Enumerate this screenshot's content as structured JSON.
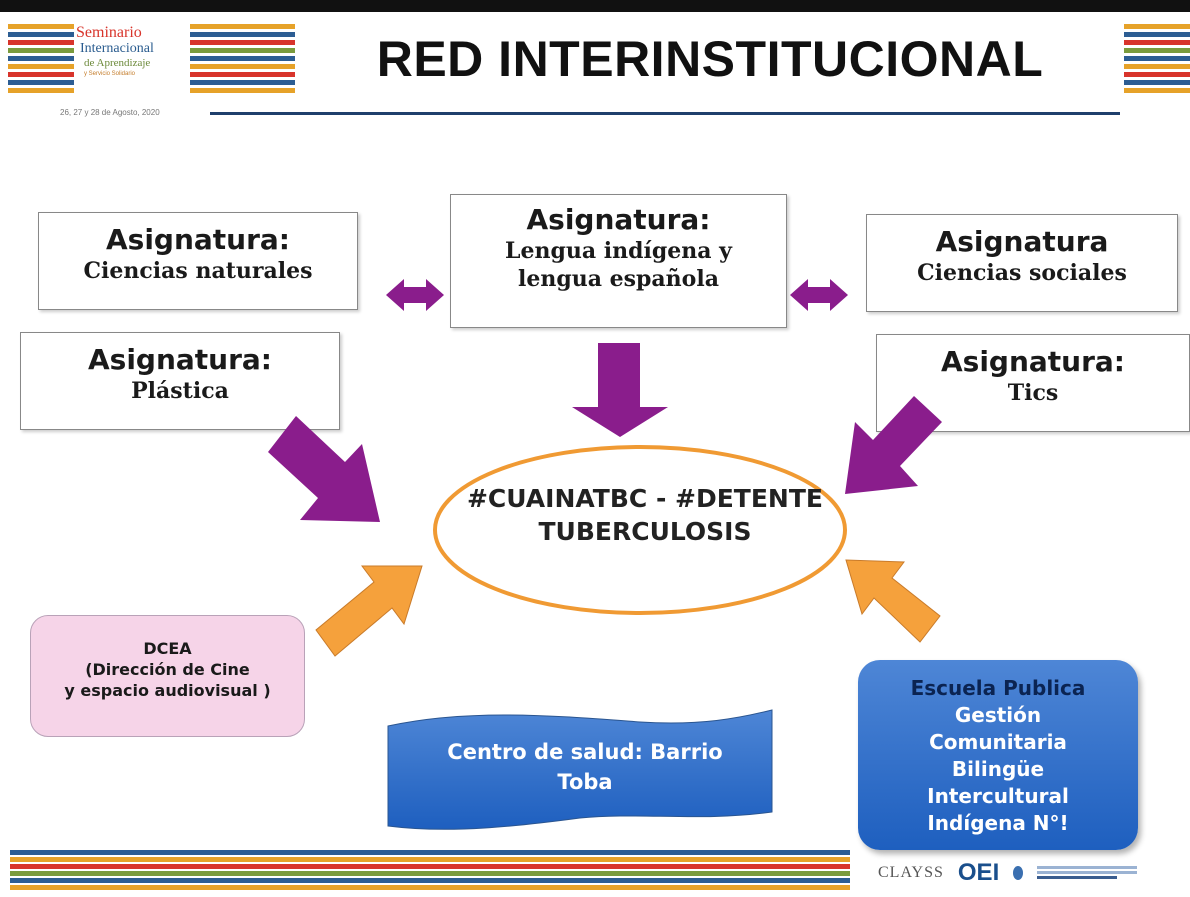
{
  "header": {
    "logo_line1": "Seminario",
    "logo_line2": "Internacional",
    "logo_line3": "de Aprendizaje",
    "logo_line4": "y Servicio Solidario",
    "dates": "26, 27 y 28 de Agosto, 2020",
    "title": "RED INTERINSTITUCIONAL"
  },
  "subjects": {
    "ciencias_naturales": {
      "heading": "Asignatura:",
      "name": "Ciencias naturales"
    },
    "lengua": {
      "heading": "Asignatura:",
      "name_line1": "Lengua indígena y",
      "name_line2": "lengua española"
    },
    "ciencias_sociales": {
      "heading": "Asignatura",
      "name": "Ciencias sociales"
    },
    "plastica": {
      "heading": "Asignatura:",
      "name": "Plástica"
    },
    "tics": {
      "heading": "Asignatura:",
      "name": "Tics"
    }
  },
  "center": {
    "line1": "#CUAINATBC - #DETENTE",
    "line2": "TUBERCULOSIS"
  },
  "dcea": {
    "line1": "DCEA",
    "line2": "(Dirección de Cine",
    "line3": "y espacio audiovisual )"
  },
  "centro_salud": {
    "line1": "Centro de salud: Barrio",
    "line2": "Toba"
  },
  "escuela": {
    "line1": "Escuela Publica",
    "line2": "Gestión",
    "line3": "Comunitaria",
    "line4": "Bilingüe",
    "line5": "Intercultural",
    "line6": "Indígena N°!"
  },
  "sponsors": {
    "clayss": "CLAYSS",
    "oei": "OEI"
  },
  "colors": {
    "purple": "#8a1d8c",
    "orange": "#f5a13c",
    "ellipse": "#f09a33",
    "blue": "#1e5fbf",
    "pink": "#f6d4e8"
  }
}
